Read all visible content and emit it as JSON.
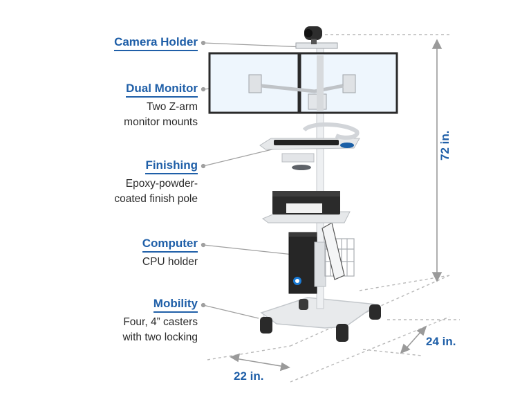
{
  "callouts": {
    "camera": {
      "title": "Camera Holder",
      "desc": ""
    },
    "monitor": {
      "title": "Dual Monitor",
      "desc_line1": "Two Z-arm",
      "desc_line2": "monitor mounts"
    },
    "finishing": {
      "title": "Finishing",
      "desc_line1": "Epoxy-powder-",
      "desc_line2": "coated finish pole"
    },
    "computer": {
      "title": "Computer",
      "desc_line1": "CPU holder"
    },
    "mobility": {
      "title": "Mobility",
      "desc_line1": "Four, 4” casters",
      "desc_line2": "with two locking"
    }
  },
  "dimensions": {
    "height": "72 in.",
    "depth": "24 in.",
    "width": "22 in."
  },
  "colors": {
    "accent": "#1f5fa8",
    "text": "#2b2b2b",
    "leader": "#9a9a9a",
    "frame": "#d9dde2"
  }
}
